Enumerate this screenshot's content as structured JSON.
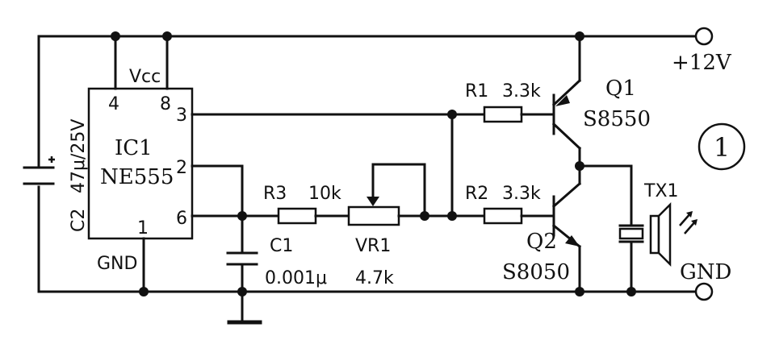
{
  "ic": {
    "ref": "IC1",
    "part": "NE555",
    "vcc": "Vcc",
    "gnd": "GND",
    "pin4": "4",
    "pin8": "8",
    "pin3": "3",
    "pin2": "2",
    "pin6": "6",
    "pin1": "1"
  },
  "c2": {
    "ref": "C2",
    "value": "47μ/25V",
    "polarity": "+"
  },
  "c1": {
    "ref": "C1",
    "value": "0.001μ"
  },
  "r1": {
    "ref": "R1",
    "value": "3.3k"
  },
  "r2": {
    "ref": "R2",
    "value": "3.3k"
  },
  "r3": {
    "ref": "R3",
    "value": "10k"
  },
  "vr1": {
    "ref": "VR1",
    "value": "4.7k"
  },
  "q1": {
    "ref": "Q1",
    "part": "S8550"
  },
  "q2": {
    "ref": "Q2",
    "part": "S8050"
  },
  "tx1": {
    "ref": "TX1"
  },
  "supply": {
    "positive": "+12V",
    "ground": "GND"
  },
  "figure": {
    "number": "1"
  }
}
